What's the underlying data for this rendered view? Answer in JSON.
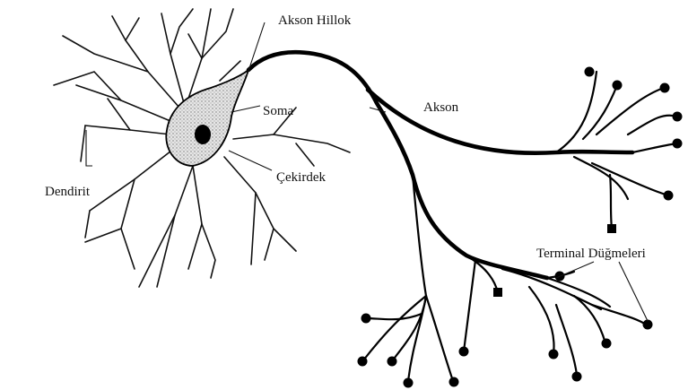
{
  "diagram": {
    "labels": {
      "axon_hillock": "Akson Hillok",
      "soma": "Soma",
      "axon": "Akson",
      "nucleus": "Çekirdek",
      "dendrite": "Dendirit",
      "terminal_buttons": "Terminal Düğmeleri"
    },
    "colors": {
      "soma_fill": "#d9d9d9",
      "ink": "#000000"
    }
  }
}
